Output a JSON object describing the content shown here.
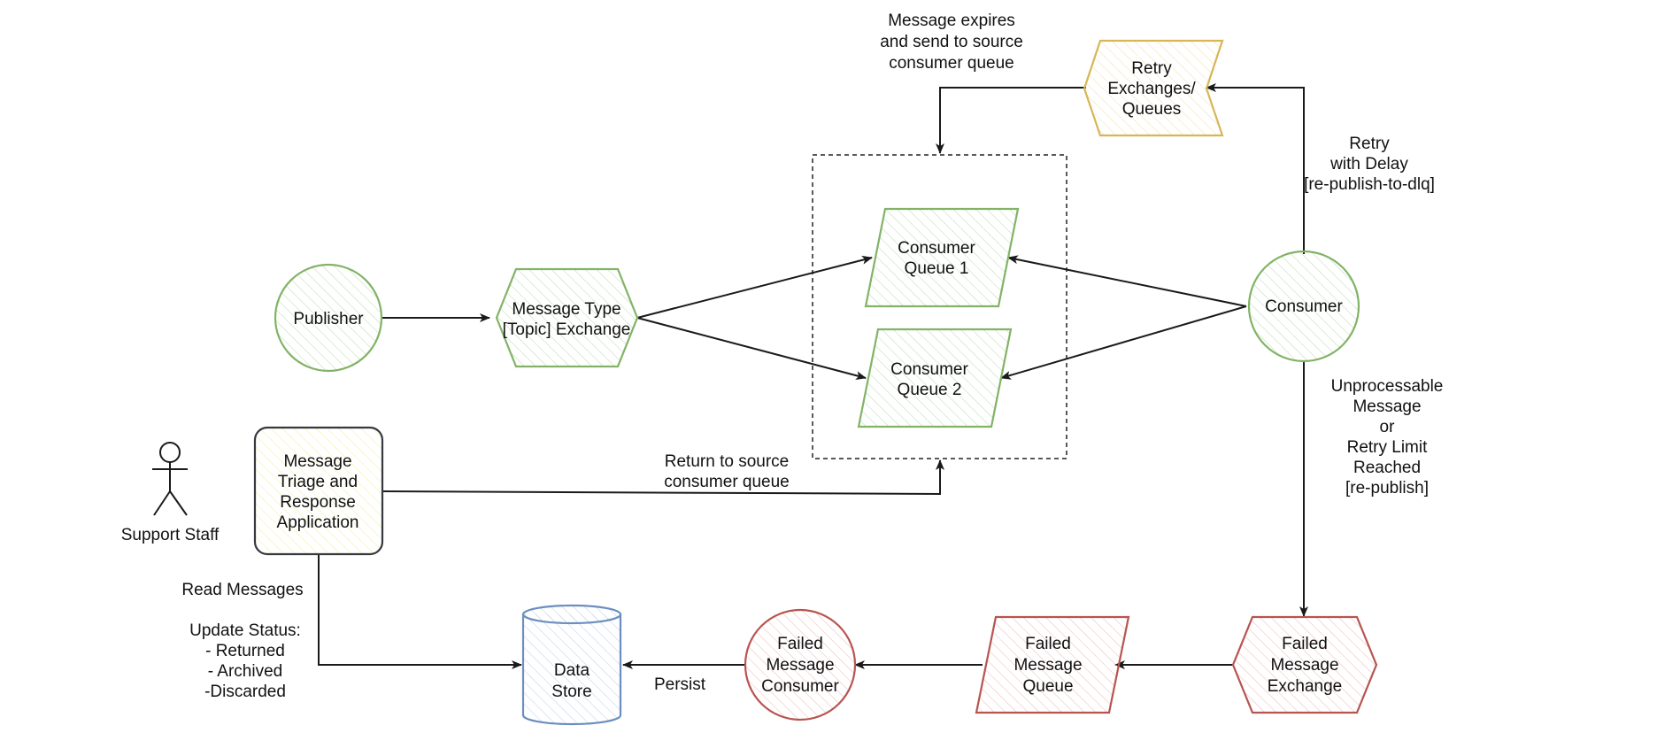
{
  "colors": {
    "green_stroke": "#82b366",
    "green_hatch": "#c5dfb8",
    "yellow_stroke": "#d6b656",
    "yellow_hatch": "#f2e4b3",
    "triage_stroke": "#36393d",
    "triage_hatch": "#f3f1a6",
    "red_stroke": "#b85450",
    "red_hatch": "#eec3c1",
    "blue_stroke": "#6c8ebf",
    "blue_hatch": "#c5d6ee",
    "edge": "#1a1a1a"
  },
  "nodes": {
    "publisher": "Publisher",
    "message_type_exchange": [
      "Message Type",
      "[Topic] Exchange"
    ],
    "consumer_queue_1": [
      "Consumer",
      "Queue 1"
    ],
    "consumer_queue_2": [
      "Consumer",
      "Queue 2"
    ],
    "consumer": "Consumer",
    "retry_exchanges": [
      "Retry",
      "Exchanges/",
      "Queues"
    ],
    "triage_app": [
      "Message",
      "Triage and",
      "Response",
      "Application"
    ],
    "support_staff": "Support Staff",
    "data_store": [
      "Data",
      "Store"
    ],
    "failed_message_consumer": [
      "Failed",
      "Message",
      "Consumer"
    ],
    "failed_message_queue": [
      "Failed",
      "Message",
      "Queue"
    ],
    "failed_message_exchange": [
      "Failed",
      "Message",
      "Exchange"
    ]
  },
  "edge_labels": {
    "message_expires": [
      "Message expires",
      "and send to source",
      "consumer queue"
    ],
    "retry_with_delay": [
      "Retry",
      "with Delay",
      "[re-publish-to-dlq]"
    ],
    "unprocessable": [
      "Unprocessable",
      "Message",
      "or",
      "Retry Limit",
      "Reached",
      "[re-publish]"
    ],
    "return_to_source": [
      "Return to source",
      "consumer queue"
    ],
    "read_messages": "Read Messages",
    "update_status": [
      "Update Status:",
      "- Returned",
      "- Archived",
      "-Discarded"
    ],
    "persist": "Persist"
  }
}
